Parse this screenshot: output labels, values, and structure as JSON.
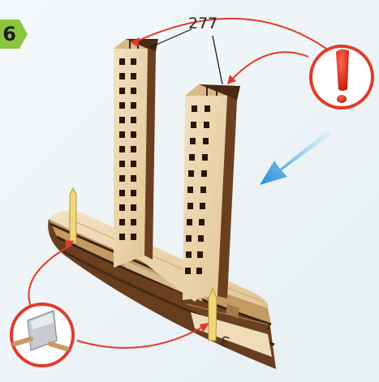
{
  "step": {
    "number": "6"
  },
  "labels": {
    "part_number": "277",
    "base_part_number": "3"
  },
  "icons": {
    "warning": "exclamation-icon",
    "cutter": "utility-knife-icon",
    "direction": "blue-arrow-icon"
  },
  "colors": {
    "badge": "#8cc63f",
    "callout_red": "#e23a2a",
    "arrow_blue": "#3aa0e0",
    "wood_light": "#efd9b5",
    "wood_dark": "#6b4020"
  }
}
